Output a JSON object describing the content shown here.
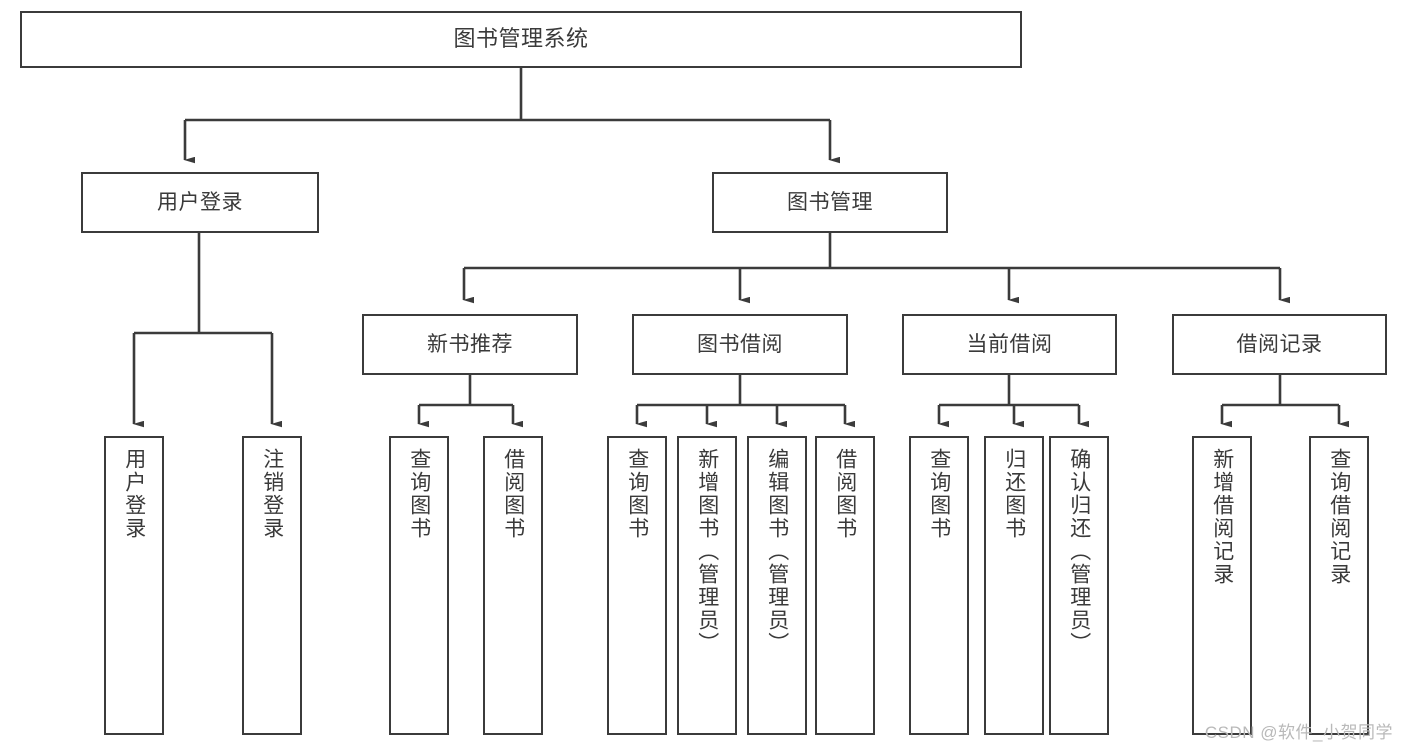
{
  "diagram": {
    "title": "图书管理系统",
    "watermark": "CSDN @软件_小贺同学",
    "line_color": "#3b3b3b",
    "text_color": "#3a3a3a",
    "background": "#ffffff",
    "root": {
      "label": "图书管理系统"
    },
    "level2": [
      {
        "label": "用户登录"
      },
      {
        "label": "图书管理"
      }
    ],
    "level3": [
      {
        "label": "新书推荐"
      },
      {
        "label": "图书借阅"
      },
      {
        "label": "当前借阅"
      },
      {
        "label": "借阅记录"
      }
    ],
    "leaves": {
      "user_login": [
        {
          "label": "用户登录"
        },
        {
          "label": "注销登录"
        }
      ],
      "new_book_recommend": [
        {
          "label": "查询图书"
        },
        {
          "label": "借阅图书"
        }
      ],
      "book_borrow": [
        {
          "label": "查询图书"
        },
        {
          "label": "新增图书（管理员）"
        },
        {
          "label": "编辑图书（管理员）"
        },
        {
          "label": "借阅图书"
        }
      ],
      "current_borrow": [
        {
          "label": "查询图书"
        },
        {
          "label": "归还图书"
        },
        {
          "label": "确认归还（管理员）"
        }
      ],
      "borrow_record": [
        {
          "label": "新增借阅记录"
        },
        {
          "label": "查询借阅记录"
        }
      ]
    }
  }
}
